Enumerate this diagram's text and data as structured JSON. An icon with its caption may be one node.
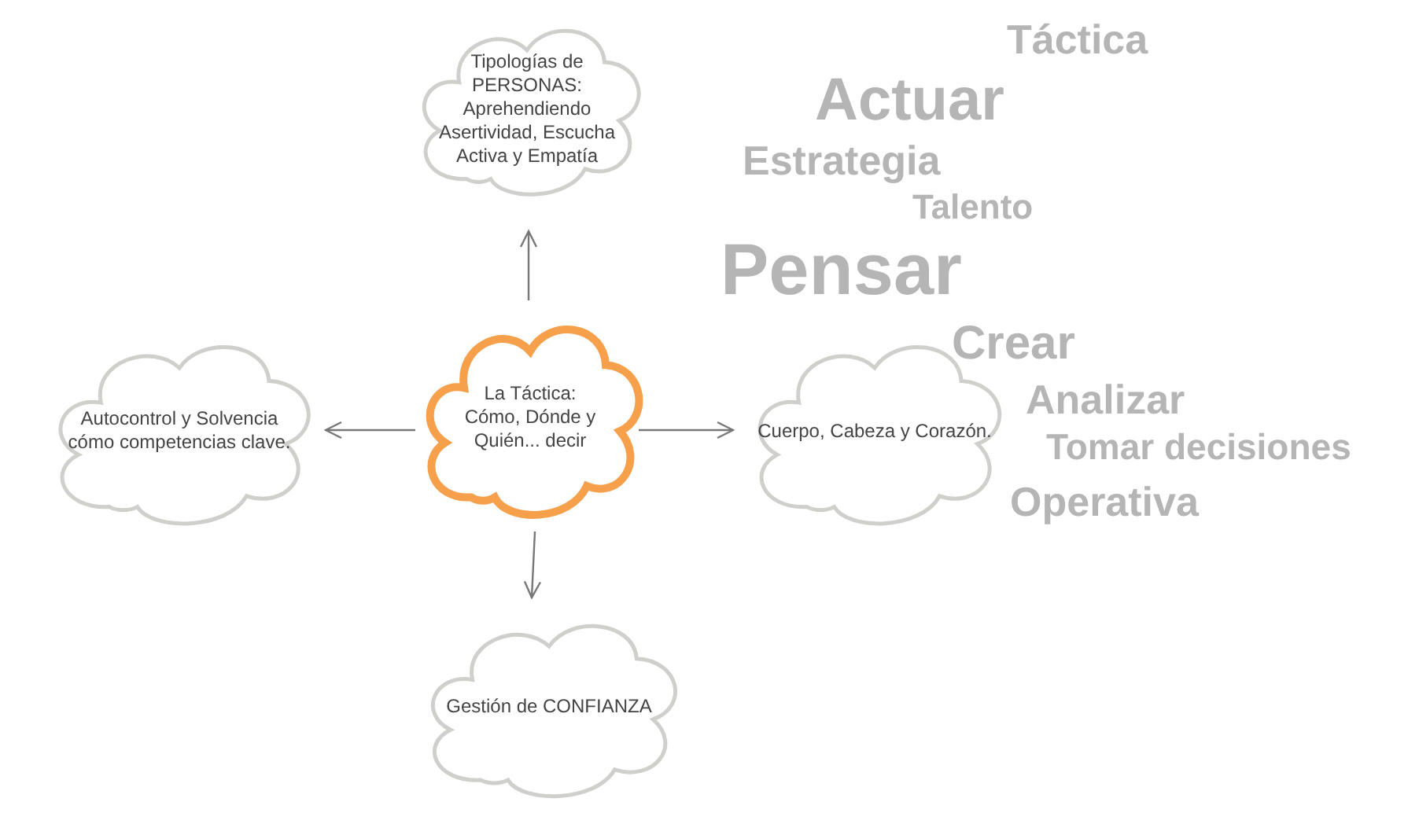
{
  "diagram": {
    "nodes": [
      {
        "text": [
          "La Táctica: Cómo, Dónde y Quién... decir"
        ]
      },
      {
        "text": [
          "Tipologías de PERSONAS: Aprehendiendo Asertividad, Escucha Activa y Empatía"
        ]
      },
      {
        "text": [
          "Autocontrol y Solvencia cómo competencias clave."
        ]
      },
      {
        "text": [
          "Cuerpo, Cabeza y Corazón."
        ]
      },
      {
        "text": [
          "Gestión de CONFIANZA"
        ]
      }
    ],
    "edges": [
      {
        "from": 0,
        "to": 1,
        "arrow": "to"
      },
      {
        "from": 0,
        "to": 2,
        "arrow": "to"
      },
      {
        "from": 0,
        "to": 3,
        "arrow": "to"
      },
      {
        "from": 0,
        "to": 4,
        "arrow": "to"
      }
    ],
    "labels": [
      "Táctica",
      "Actuar",
      "Estrategia",
      "Talento",
      "Pensar",
      "Crear",
      "Analizar",
      "Tomar decisiones",
      "Operativa"
    ]
  }
}
